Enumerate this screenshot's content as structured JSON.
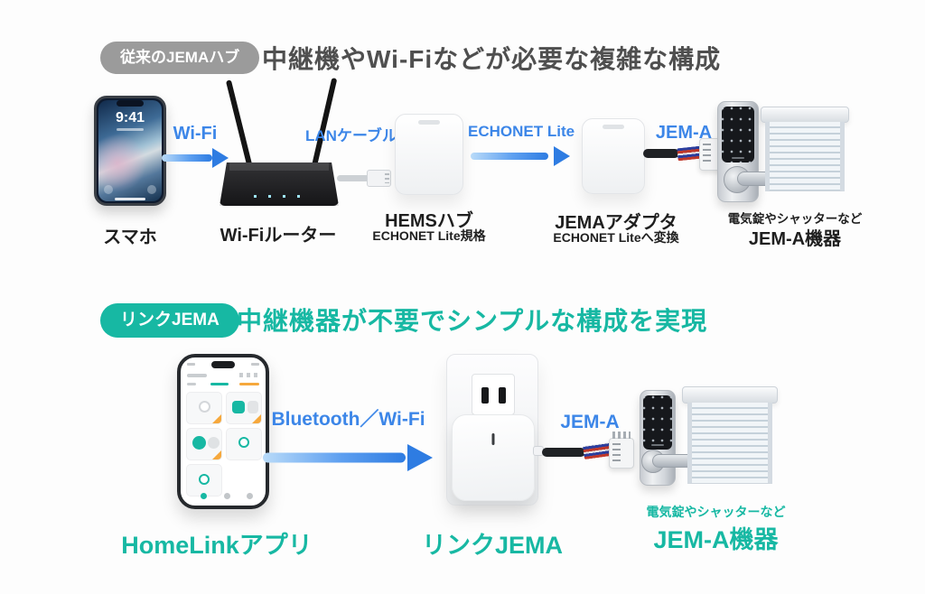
{
  "colors": {
    "teal": "#17b8a3",
    "blue": "#3c86e8",
    "badge-gray": "#9b9b9b",
    "title-gray": "#4f4f4f",
    "label-black": "#1f1f1f"
  },
  "legacy": {
    "badge": "従来のJEMAハブ",
    "title": "中継機やWi-Fiなどが必要な複雑な構成",
    "phone_time": "9:41",
    "nodes": {
      "smartphone": "スマホ",
      "router": "Wi-Fiルーター",
      "hems_hub": "HEMSハブ",
      "hems_hub_sub": "ECHONET Lite規格",
      "jema_adapter": "JEMAアダプタ",
      "jema_adapter_sub": "ECHONET Liteへ変換",
      "devices_sub": "電気錠やシャッターなど",
      "devices": "JEM-A機器"
    },
    "links": {
      "wifi": "Wi-Fi",
      "lan": "LANケーブル",
      "echonet": "ECHONET Lite",
      "jema": "JEM-A"
    }
  },
  "link_jema": {
    "badge": "リンクJEMA",
    "title": "中継機器が不要でシンプルな構成を実現",
    "nodes": {
      "app": "HomeLinkアプリ",
      "link_jema": "リンクJEMA",
      "devices_sub": "電気錠やシャッターなど",
      "devices": "JEM-A機器"
    },
    "links": {
      "wireless": "Bluetooth／Wi-Fi",
      "jema": "JEM-A"
    }
  }
}
